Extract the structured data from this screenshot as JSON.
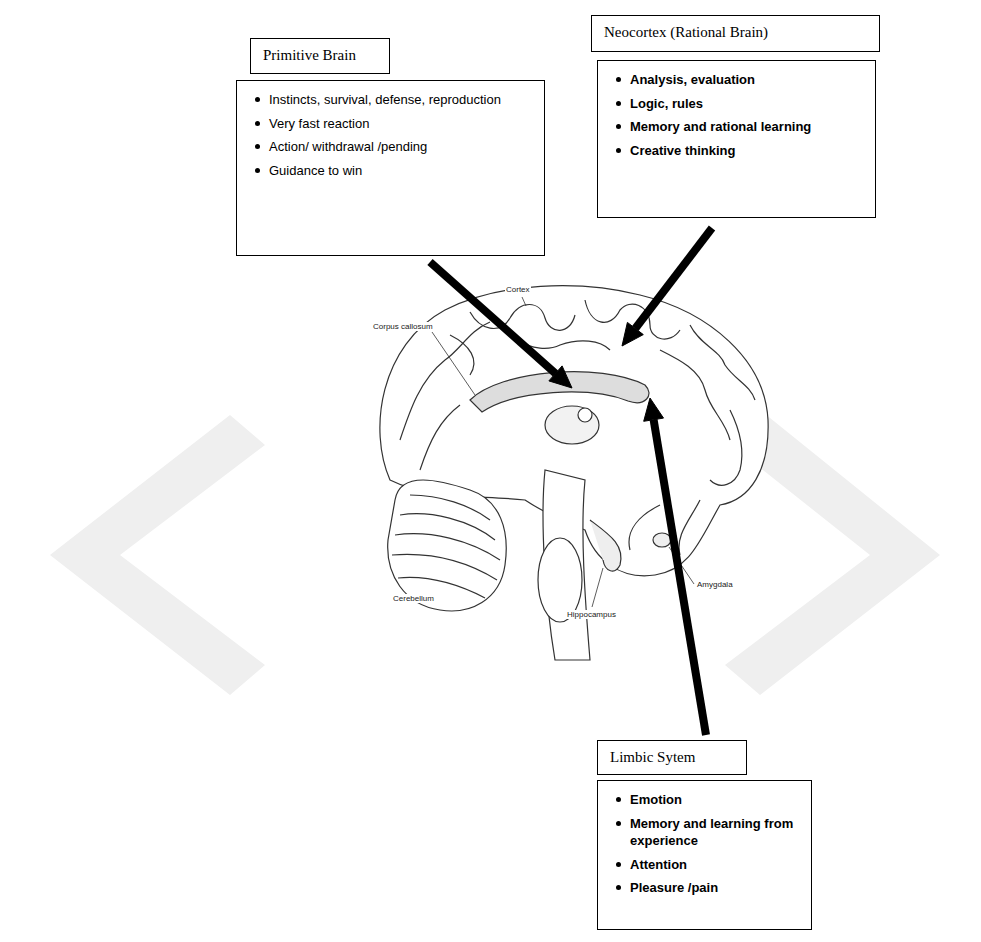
{
  "diagram": {
    "nodes": [
      {
        "text": [
          "Primitive Brain"
        ]
      },
      {
        "text": [
          "Instincts, survival, defense, reproduction",
          "Very fast reaction",
          "Action/ withdrawal /pending",
          "Guidance to win"
        ]
      },
      {
        "text": [
          "Neocortex (Rational Brain)"
        ]
      },
      {
        "text": [
          "Analysis, evaluation",
          "Logic, rules",
          "Memory and rational learning",
          "Creative thinking"
        ]
      },
      {
        "text": [
          "Limbic Sytem"
        ]
      },
      {
        "text": [
          "Emotion",
          "Memory and learning from experience",
          "Attention",
          "Pleasure /pain"
        ]
      }
    ],
    "labels": [
      "Cortex",
      "Corpus callosum",
      "Cerebellum",
      "Hippocampus",
      "Amygdala"
    ]
  }
}
